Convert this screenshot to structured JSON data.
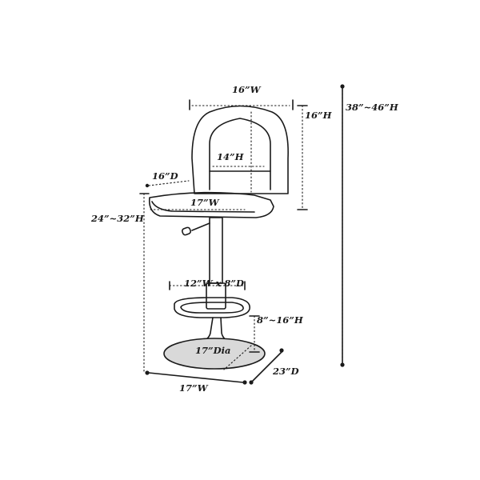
{
  "dimensions": {
    "back_width": "16”W",
    "back_height": "16”H",
    "total_height": "38”~46”H",
    "inner_back_height": "14”H",
    "seat_depth": "16”D",
    "seat_width": "17”W",
    "seat_height": "24”~32”H",
    "footrest_size": "12”W x 8”D",
    "footrest_height": "8”~16”H",
    "base_diameter": "17”Dia",
    "overall_depth": "23”D",
    "overall_width": "17”W"
  },
  "colors": {
    "ink": "#1a1a1a",
    "base_fill": "#d9d9d9",
    "background": "#ffffff"
  }
}
